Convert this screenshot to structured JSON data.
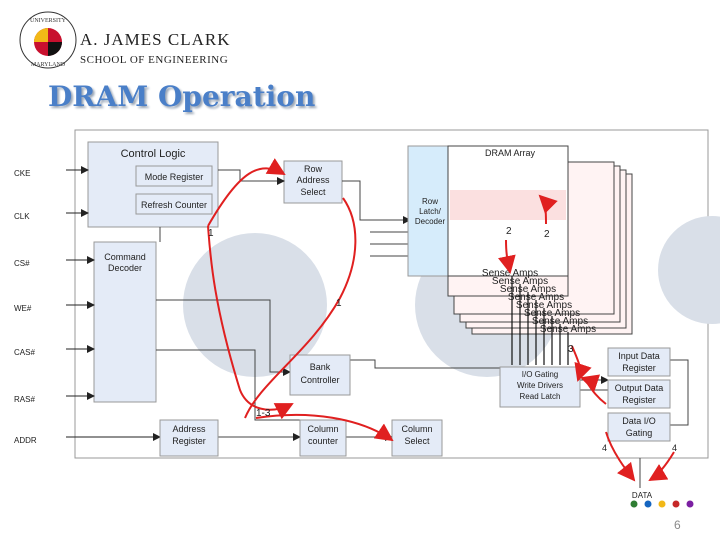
{
  "logo": {
    "line1": "A. JAMES CLARK",
    "line2": "SCHOOL OF ENGINEERING",
    "seal_text": "UNIVERSITY OF MARYLAND",
    "colors": {
      "red": "#c8102e",
      "gold": "#f2b817",
      "black": "#111111"
    }
  },
  "title": "DRAM Operation",
  "page_number": "6",
  "diagram": {
    "signals": {
      "cke": "CKE",
      "clk": "CLK",
      "cs": "CS#",
      "we": "WE#",
      "cas": "CAS#",
      "ras": "RAS#",
      "addr": "ADDR"
    },
    "blocks": {
      "control_logic": "Control Logic",
      "mode_register": "Mode Register",
      "refresh_counter": "Refresh Counter",
      "command_decoder": [
        "Command",
        "Decoder"
      ],
      "row_address_select": [
        "Row",
        "Address",
        "Select"
      ],
      "row_latch_decoder": [
        "Row",
        "Latch/",
        "Decoder"
      ],
      "dram_array": "DRAM Array",
      "sense_amps": "Sense Amps",
      "bank_controller": [
        "Bank",
        "Controller"
      ],
      "io_gating": [
        "I/O Gating",
        "Write Drivers",
        "Read Latch"
      ],
      "input_data_register": [
        "Input Data",
        "Register"
      ],
      "output_data_register": [
        "Output Data",
        "Register"
      ],
      "data_io_gating": [
        "Data I/O",
        "Gating"
      ],
      "address_register": [
        "Address",
        "Register"
      ],
      "column_counter": [
        "Column",
        "counter"
      ],
      "column_select": [
        "Column",
        "Select"
      ],
      "data": "DATA"
    },
    "step_labels": {
      "s1a": "1",
      "s1b": "1",
      "s2a": "2",
      "s2b": "2",
      "s3": "3",
      "s13": "1-3",
      "s4a": "4",
      "s4b": "4"
    },
    "colors": {
      "arrow_red": "#e02020",
      "block_fill": "#e4ebf7",
      "array_fill": "#fff3f3",
      "row_decoder_fill": "#d6ecfb",
      "watermark": "#d9dfe8"
    }
  },
  "dots": [
    "#2e7d32",
    "#1565c0",
    "#f2b817",
    "#c62828",
    "#7b1fa2"
  ]
}
